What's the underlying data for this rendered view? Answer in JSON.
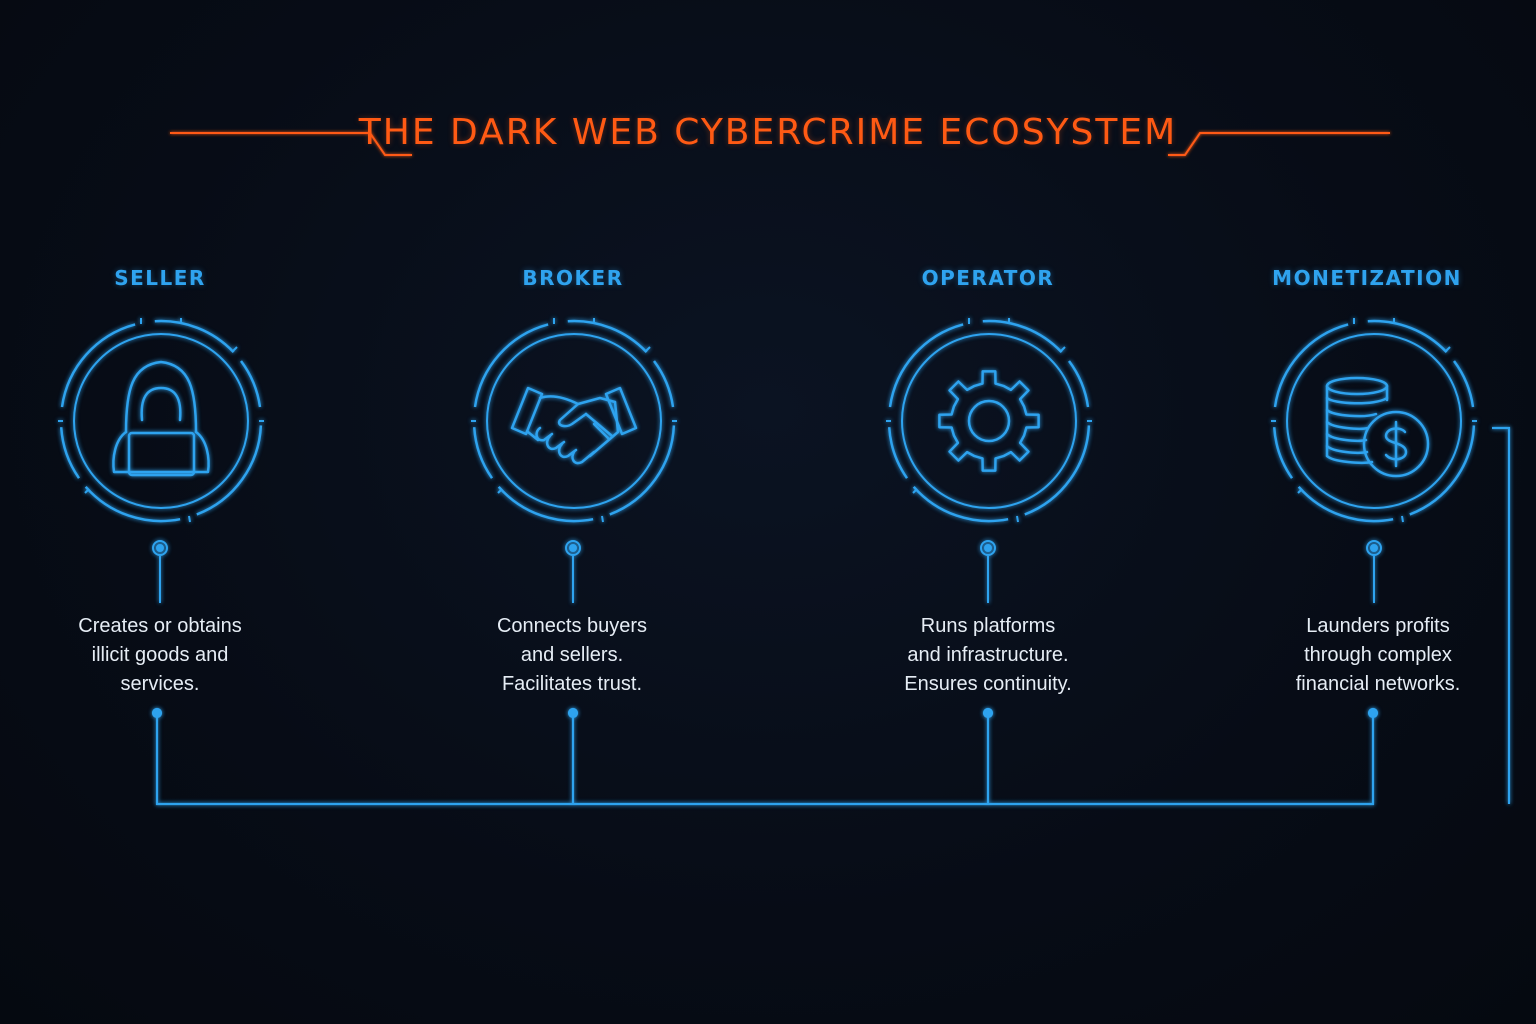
{
  "title": "THE DARK WEB CYBERCRIME ECOSYSTEM",
  "colors": {
    "accent": "#ff5a14",
    "primary": "#2fa3ef",
    "background": "#070c16",
    "text": "#e6edf5"
  },
  "stages": [
    {
      "label": "SELLER",
      "icon": "hooded-hacker-laptop-icon",
      "description": [
        "Creates or obtains",
        "illicit goods and",
        "services."
      ]
    },
    {
      "label": "BROKER",
      "icon": "handshake-icon",
      "description": [
        "Connects buyers",
        "and sellers.",
        "Facilitates trust."
      ]
    },
    {
      "label": "OPERATOR",
      "icon": "gear-icon",
      "description": [
        "Runs platforms",
        "and infrastructure.",
        "Ensures continuity."
      ]
    },
    {
      "label": "MONETIZATION",
      "icon": "coins-dollar-icon",
      "description": [
        "Launders profits",
        "through complex",
        "financial networks."
      ]
    }
  ]
}
